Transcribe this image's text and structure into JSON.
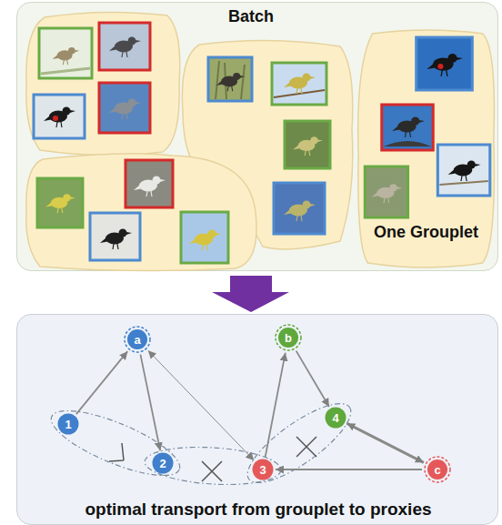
{
  "diagram": {
    "nodes": [
      {
        "text": [
          "Batch"
        ]
      },
      {
        "text": [
          "One Grouplet"
        ],
        "in": 0
      },
      {
        "text": [
          "optimal transport from grouplet to proxies"
        ]
      },
      {
        "text": [
          "a"
        ],
        "in": 2
      },
      {
        "text": [
          "b"
        ],
        "in": 2
      },
      {
        "text": [
          "1"
        ],
        "in": 2
      },
      {
        "text": [
          "2"
        ],
        "in": 2
      },
      {
        "text": [
          "3"
        ],
        "in": 2
      },
      {
        "text": [
          "4"
        ],
        "in": 2
      },
      {
        "text": [
          "c"
        ],
        "in": 2
      }
    ],
    "edges": [
      {
        "from": 5,
        "to": 3,
        "arrow": "to"
      },
      {
        "from": 3,
        "to": 6,
        "arrow": "to"
      },
      {
        "from": 3,
        "to": 7,
        "arrow": "both"
      },
      {
        "from": 7,
        "to": 4,
        "arrow": "to"
      },
      {
        "from": 4,
        "to": 8,
        "arrow": "to"
      },
      {
        "from": 8,
        "to": 9,
        "arrow": "both"
      },
      {
        "from": 9,
        "to": 7,
        "arrow": "to"
      }
    ]
  }
}
